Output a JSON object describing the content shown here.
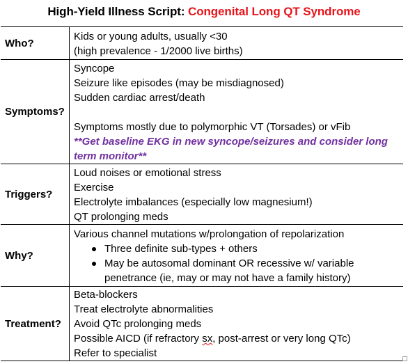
{
  "title": {
    "prefix": "High-Yield Illness Script: ",
    "topic": "Congenital Long QT Syndrome"
  },
  "rows": {
    "who": {
      "label": "Who?",
      "lines": [
        "Kids or young adults, usually <30",
        "(high prevalence - 1/2000 live births)"
      ]
    },
    "symptoms": {
      "label": "Symptoms?",
      "lines": [
        "Syncope",
        "Seizure like episodes (may be misdiagnosed)",
        "Sudden cardiac arrest/death",
        "Symptoms mostly due to polymorphic VT (Torsades) or vFib"
      ],
      "note": "**Get baseline EKG in new syncope/seizures and consider long term monitor**"
    },
    "triggers": {
      "label": "Triggers?",
      "lines": [
        "Loud noises or emotional stress",
        "Exercise",
        "Electrolyte imbalances (especially low magnesium!)",
        "QT prolonging meds"
      ]
    },
    "why": {
      "label": "Why?",
      "lines": [
        "Various channel mutations w/prolongation of repolarization"
      ],
      "bullets": [
        "Three definite sub-types + others",
        "May be autosomal dominant OR recessive w/ variable penetrance (ie, may or may not have a family history)"
      ]
    },
    "treatment": {
      "label": "Treatment?",
      "lines": [
        "Beta-blockers",
        "Treat electrolyte abnormalities",
        "Avoid QTc prolonging meds"
      ],
      "aicd": {
        "before": "Possible AICD (if refractory ",
        "sx": "sx",
        "after": ", post-arrest or very long QTc)"
      },
      "last": "Refer to specialist"
    }
  }
}
